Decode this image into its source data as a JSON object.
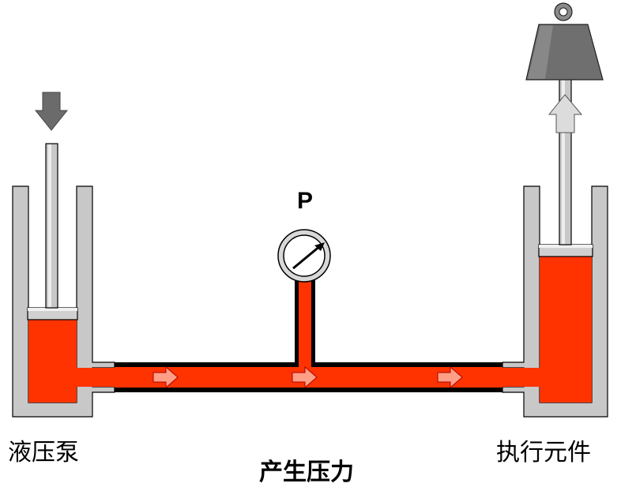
{
  "labels": {
    "gauge": "P",
    "pump": "液压泵",
    "actuator": "执行元件",
    "caption": "产生压力"
  },
  "colors": {
    "fluid": "#ff3300",
    "flow_arrow": "#ff9f86",
    "cylinder_wall": "#c8c8c8",
    "push_arrow": "#6b6b6b",
    "lift_arrow": "#dcdcdc",
    "weight": "#6f6f6f"
  },
  "icons": {
    "input_force": "down-arrow-icon",
    "output_motion": "up-arrow-icon",
    "gauge": "pressure-gauge-icon",
    "load": "weight-icon",
    "flow": "flow-direction-icon"
  }
}
